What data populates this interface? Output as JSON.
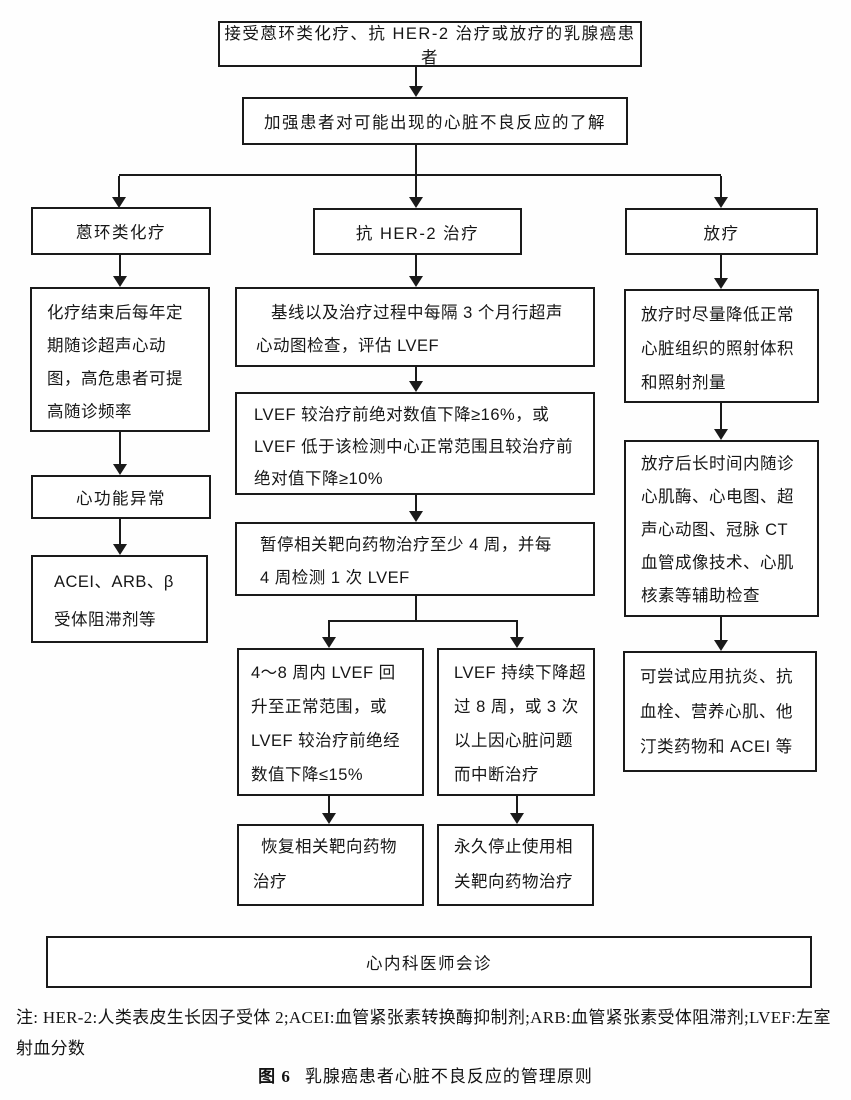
{
  "diagram": {
    "nodes": {
      "patient": "接受蒽环类化疗、抗 HER-2 治疗或放疗的乳腺癌患者",
      "educate": "加强患者对可能出现的心脏不良反应的了解",
      "anthracycline_header": "蒽环类化疗",
      "her2_header": "抗 HER-2 治疗",
      "radiotherapy_header": "放疗",
      "anthra_followup": "化疗结束后每年定\n期随诊超声心动\n图，高危患者可提\n高随诊频率",
      "cardiac_dysfunction": "心功能异常",
      "acei_arb": "ACEI、ARB、β\n受体阻滞剂等",
      "her2_baseline": "基线以及治疗过程中每隔 3 个月行超声\n心动图检查，评估 LVEF",
      "lvef_criteria": "LVEF 较治疗前绝对数值下降≥16%，或\nLVEF 低于该检测中心正常范围且较治疗前\n绝对值下降≥10%",
      "pause_targeted": "暂停相关靶向药物治疗至少 4 周，并每\n4 周检测 1 次 LVEF",
      "lvef_recovered": "4～8 周内 LVEF 回\n升至正常范围，或\nLVEF 较治疗前绝经\n数值下降≤15%",
      "lvef_persistent": "LVEF 持续下降超\n过 8 周，或 3 次\n以上因心脏问题\n而中断治疗",
      "resume_targeted": "恢复相关靶向药物\n治疗",
      "stop_targeted": "永久停止使用相\n关靶向药物治疗",
      "rt_minimize": "放疗时尽量降低正常\n心脏组织的照射体积\n和照射剂量",
      "rt_followup": "放疗后长时间内随诊\n心肌酶、心电图、超\n声心动图、冠脉 CT\n血管成像技术、心肌\n核素等辅助检查",
      "rt_drugs": "可尝试应用抗炎、抗\n血栓、营养心肌、他\n汀类药物和 ACEI 等",
      "cardiology_consult": "心内科医师会诊"
    },
    "note": "注: HER-2:人类表皮生长因子受体 2;ACEI:血管紧张素转换酶抑制剂;ARB:血管紧张素受体阻滞剂;LVEF:左室射血分数",
    "caption_label": "图 6",
    "caption_text": "乳腺癌患者心脏不良反应的管理原则"
  }
}
